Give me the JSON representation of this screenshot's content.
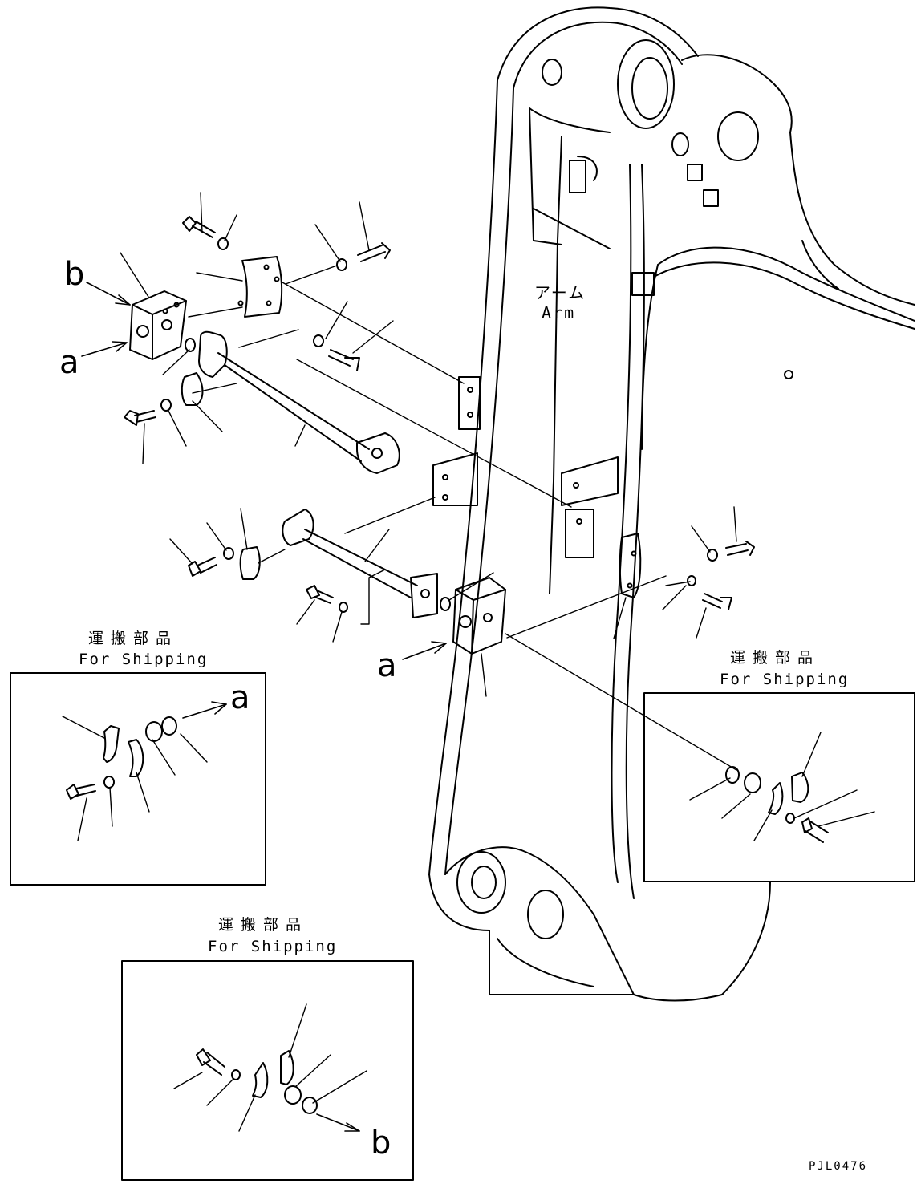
{
  "arm": {
    "jp": "アーム",
    "en": "Arm"
  },
  "refs": {
    "a": "a",
    "b": "b"
  },
  "shipping_boxes": [
    {
      "jp": "運搬部品",
      "en": "For Shipping",
      "ref": "a"
    },
    {
      "jp": "運搬部品",
      "en": "For Shipping"
    },
    {
      "jp": "運搬部品",
      "en": "For Shipping",
      "ref": "b"
    }
  ],
  "drawing_code": "PJL0476"
}
